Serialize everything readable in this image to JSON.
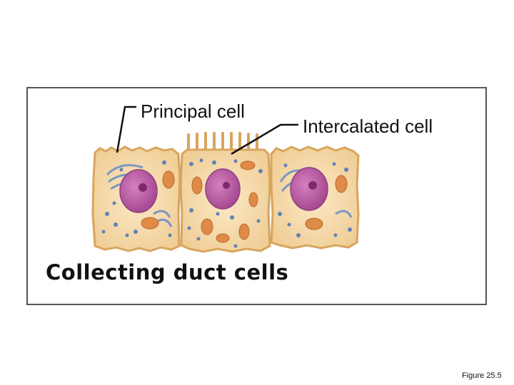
{
  "labels": {
    "principal_cell": "Principal cell",
    "intercalated_cell": "Intercalated cell",
    "caption": "Collecting duct cells",
    "figure_number": "Figure 25.5"
  },
  "colors": {
    "frame": "#555555",
    "cytoplasm": "#f6dcae",
    "cell_border": "#d8a55d",
    "nucleus": "#b4579e",
    "nucleolus": "#7d2b6e",
    "mitochondria": "#e08a48",
    "golgi": "#7b96c2",
    "vesicles": "#5f82b8",
    "leader_line": "#111111"
  },
  "icons": [
    "principal-cell-illustration",
    "intercalated-cell-illustration"
  ]
}
